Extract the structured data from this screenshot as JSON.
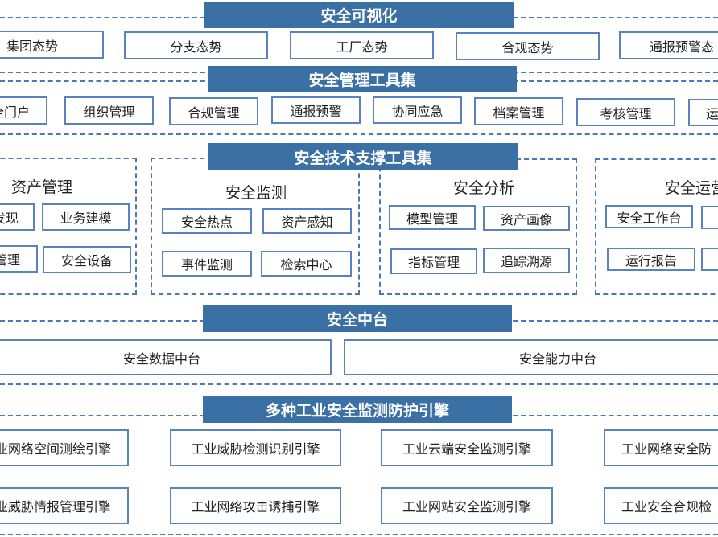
{
  "colors": {
    "bar": "#3b70a5",
    "border": "#5a82c0",
    "dash": "#4a78b8"
  },
  "layers": {
    "visualization": {
      "title": "安全可视化",
      "items": [
        "集团态势",
        "分支态势",
        "工厂态势",
        "合规态势",
        "通报预警态"
      ]
    },
    "management": {
      "title": "安全管理工具集",
      "items": [
        "全门户",
        "组织管理",
        "合规管理",
        "通报预警",
        "协同应急",
        "档案管理",
        "考核管理",
        "运"
      ]
    },
    "tech": {
      "title": "安全技术支撑工具集",
      "groups": [
        {
          "title": "资产管理",
          "items": [
            "发现",
            "业务建模",
            "管理",
            "安全设备"
          ]
        },
        {
          "title": "安全监测",
          "items": [
            "安全热点",
            "资产感知",
            "事件监测",
            "检索中心"
          ]
        },
        {
          "title": "安全分析",
          "items": [
            "模型管理",
            "资产画像",
            "指标管理",
            "追踪溯源"
          ]
        },
        {
          "title": "安全运营",
          "items": [
            "安全工作台",
            "",
            "运行报告",
            ""
          ]
        }
      ]
    },
    "middle": {
      "title": "安全中台",
      "items": [
        "安全数据中台",
        "安全能力中台"
      ]
    },
    "engines": {
      "title": "多种工业安全监测防护引擎",
      "items": [
        "业网络空间测绘引擎",
        "工业威胁检测识别引擎",
        "工业云端安全监测引擎",
        "工业网络安全防",
        "业威胁情报管理引擎",
        "工业网络攻击诱捕引擎",
        "工业网站安全监测引擎",
        "工业安全合规检"
      ]
    }
  }
}
